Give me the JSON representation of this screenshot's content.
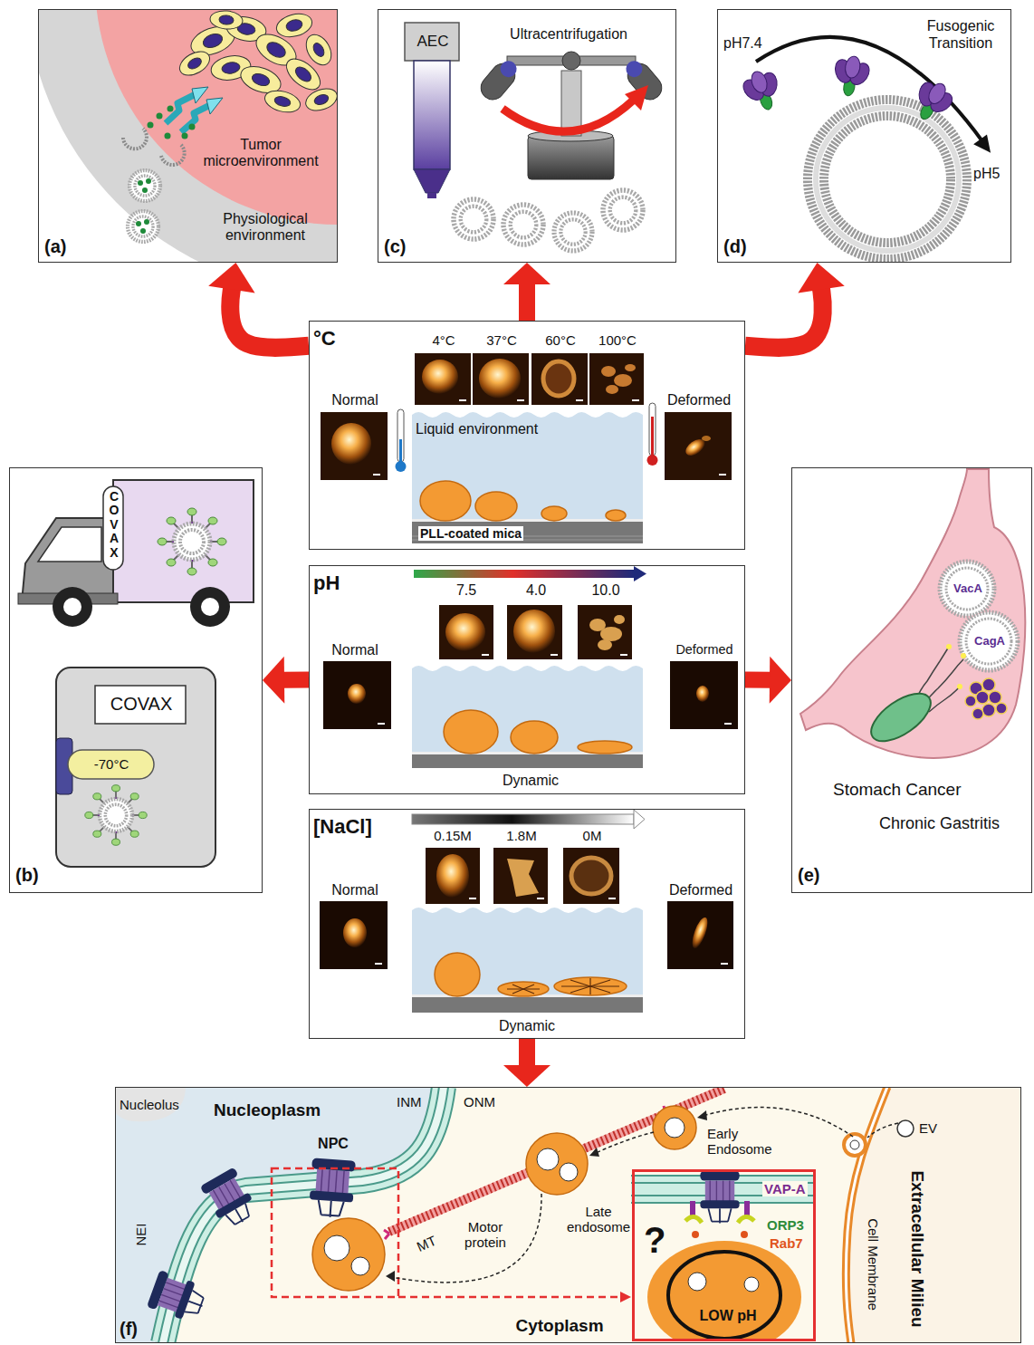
{
  "diagram": {
    "nodes": [
      {
        "text": [
          "Tumor microenvironment",
          "Physiological environment",
          "(a)"
        ]
      },
      {
        "text": [
          "AEC",
          "Ultracentrifugation",
          "(c)"
        ]
      },
      {
        "text": [
          "pH7.4",
          "Fusogenic Transition",
          "pH5",
          "(d)"
        ]
      },
      {
        "text": [
          "°C",
          "4°C",
          "37°C",
          "60°C",
          "100°C",
          "Normal",
          "Liquid environment",
          "Deformed",
          "PLL-coated mica"
        ]
      },
      {
        "text": [
          "COVAX",
          "COVAX",
          "-70°C",
          "(b)"
        ]
      },
      {
        "text": [
          "pH",
          "7.5",
          "4.0",
          "10.0",
          "Normal",
          "Deformed",
          "Dynamic"
        ]
      },
      {
        "text": [
          "VacA",
          "CagA",
          "Stomach Cancer",
          "Chronic Gastritis",
          "(e)"
        ]
      },
      {
        "text": [
          "[NaCl]",
          "0.15M",
          "1.8M",
          "0M",
          "Normal",
          "Deformed",
          "Dynamic"
        ]
      },
      {
        "text": [
          "Nucleolus",
          "Nucleoplasm",
          "INM",
          "ONM",
          "NPC",
          "Early Endosome",
          "EV",
          "NEI",
          "Late endosome",
          "Motor protein",
          "MT",
          "Cell Membrane",
          "Extracellular Milieu",
          "Cytoplasm",
          "(f)"
        ]
      },
      {
        "text": [
          "VAP-A",
          "?",
          "ORP3",
          "Rab7",
          "LOW pH"
        ],
        "in": 8
      }
    ],
    "edges": [
      {
        "from": 3,
        "to": 0,
        "arrow": "to"
      },
      {
        "from": 3,
        "to": 1,
        "arrow": "to"
      },
      {
        "from": 3,
        "to": 2,
        "arrow": "to"
      },
      {
        "from": 5,
        "to": 4,
        "arrow": "to"
      },
      {
        "from": 5,
        "to": 6,
        "arrow": "to"
      },
      {
        "from": 7,
        "to": 8,
        "arrow": "to"
      }
    ]
  }
}
